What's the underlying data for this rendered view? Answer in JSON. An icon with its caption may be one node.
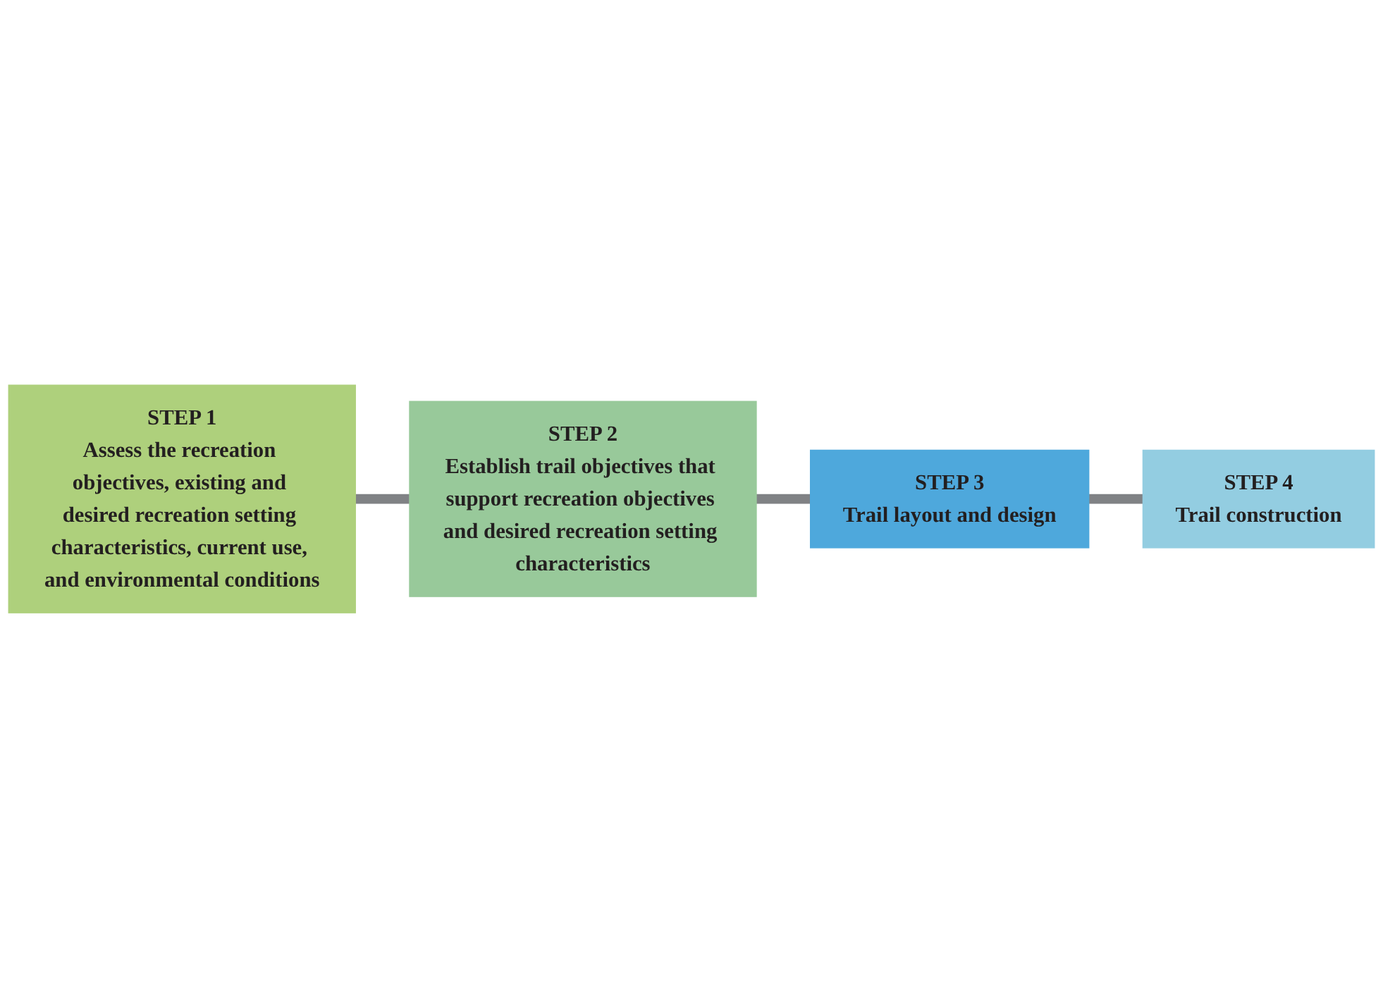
{
  "diagram": {
    "nodes": [
      {
        "text": [
          "STEP 1",
          "Assess the recreation objectives, existing and desired recreation setting characteristics, current use, and environmental conditions"
        ]
      },
      {
        "text": [
          "STEP 2",
          "Establish trail objectives that support recreation objectives and desired recreation setting characteristics"
        ]
      },
      {
        "text": [
          "STEP 3",
          "Trail layout and design"
        ]
      },
      {
        "text": [
          "STEP 4",
          "Trail construction"
        ]
      }
    ],
    "edges": [
      {
        "from": 0,
        "to": 1,
        "arrow": "none"
      },
      {
        "from": 1,
        "to": 2,
        "arrow": "none"
      },
      {
        "from": 2,
        "to": 3,
        "arrow": "none"
      }
    ]
  }
}
